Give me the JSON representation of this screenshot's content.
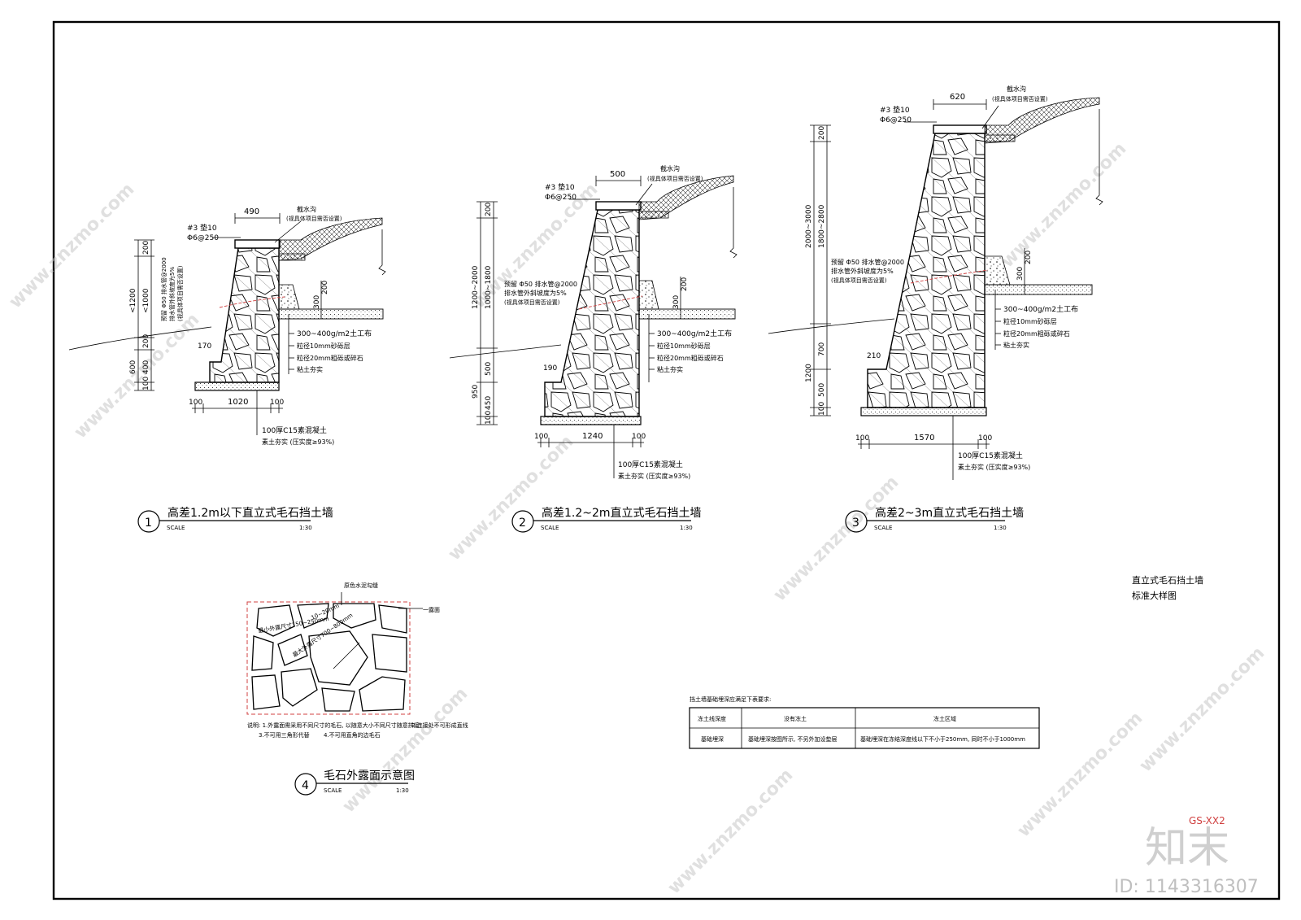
{
  "details": [
    {
      "num": "1",
      "title": "高差1.2m以下直立式毛石挡土墙",
      "scale_label": "SCALE",
      "scale": "1:30",
      "top_width": "490",
      "base_dims": [
        "100",
        "1020",
        "100"
      ],
      "toe_dim": "170",
      "left_dims": [
        "<1200",
        "<1000",
        "200",
        "600",
        "400",
        "200",
        "100"
      ],
      "right_dims": [
        "300",
        "200"
      ],
      "top_note": [
        "#3 垫10",
        "Φ6@250"
      ],
      "ditch_note": [
        "截水沟",
        "(视具体项目需否设置)"
      ],
      "drain_note": [
        "预留 Φ50 排水管@2000",
        "排水管外斜坡度为5%",
        "(视具体项目需否设置)"
      ],
      "layers": [
        "300~400g/m2土工布",
        "粒径10mm砂砾层",
        "粒径20mm粗砾或碎石",
        "粘土夯实"
      ],
      "base_note": [
        "100厚C15素混凝土",
        "素土夯实 (压实度≥93%)"
      ]
    },
    {
      "num": "2",
      "title": "高差1.2~2m直立式毛石挡土墙",
      "scale_label": "SCALE",
      "scale": "1:30",
      "top_width": "500",
      "base_dims": [
        "100",
        "1240",
        "100"
      ],
      "toe_dim": "190",
      "left_dims": [
        "1200~2000",
        "1000~1800",
        "200",
        "950",
        "500",
        "450",
        "100"
      ],
      "right_dims": [
        "300",
        "200"
      ],
      "top_note": [
        "#3 垫10",
        "Φ6@250"
      ],
      "ditch_note": [
        "截水沟",
        "(视具体项目需否设置)"
      ],
      "drain_note": [
        "预留 Φ50 排水管@2000",
        "排水管外斜坡度为5%",
        "(视具体项目需否设置)"
      ],
      "layers": [
        "300~400g/m2土工布",
        "粒径10mm砂砾层",
        "粒径20mm粗砾或碎石",
        "粘土夯实"
      ],
      "base_note": [
        "100厚C15素混凝土",
        "素土夯实 (压实度≥93%)"
      ]
    },
    {
      "num": "3",
      "title": "高差2~3m直立式毛石挡土墙",
      "scale_label": "SCALE",
      "scale": "1:30",
      "top_width": "620",
      "base_dims": [
        "100",
        "1570",
        "100"
      ],
      "toe_dim": "210",
      "left_dims": [
        "2000~3000",
        "1800~2800",
        "200",
        "1200",
        "700",
        "500",
        "100"
      ],
      "right_dims": [
        "300",
        "200"
      ],
      "top_note": [
        "#3 垫10",
        "Φ6@250"
      ],
      "ditch_note": [
        "截水沟",
        "(视具体项目需否设置)"
      ],
      "drain_note": [
        "预留 Φ50 排水管@2000",
        "排水管外斜坡度为5%",
        "(视具体项目需否设置)"
      ],
      "layers": [
        "300~400g/m2土工布",
        "粒径10mm砂砾层",
        "粒径20mm粗砾或碎石",
        "粘土夯实"
      ],
      "base_note": [
        "100厚C15素混凝土",
        "素土夯实 (压实度≥93%)"
      ]
    }
  ],
  "detail4": {
    "num": "4",
    "title": "毛石外露面示意图",
    "scale_label": "SCALE",
    "scale": "1:30",
    "labels": [
      "原色水泥勾缝",
      "一露面",
      "10~20mm",
      "最小外露尺寸150~250mm",
      "最大外露尺寸700~800mm"
    ],
    "notes": [
      "说明: 1.外露面需采用不同尺寸的毛石, 以随意大小不同尺寸随意拼接",
      "2.连接处不可形成直线",
      "3.不可用三角形代替",
      "4.不可用直角的边毛石"
    ]
  },
  "sheet_title": [
    "直立式毛石挡土墙",
    "标准大样图"
  ],
  "foundation_table": {
    "caption": "挡土墙基础埋深应满足下表要求:",
    "rows": [
      [
        "冻土线深度",
        "没有冻土",
        "冻土区域"
      ],
      [
        "基础埋深",
        "基础埋深按图所示, 不另外加设垫层",
        "基础埋深在冻结深度线以下不小于250mm, 同时不小于1000mm"
      ]
    ]
  },
  "drawing_no": "GS-XX2",
  "watermark": {
    "site": "www.znzmo.com",
    "logo": "知末",
    "id": "ID: 1143316307"
  }
}
